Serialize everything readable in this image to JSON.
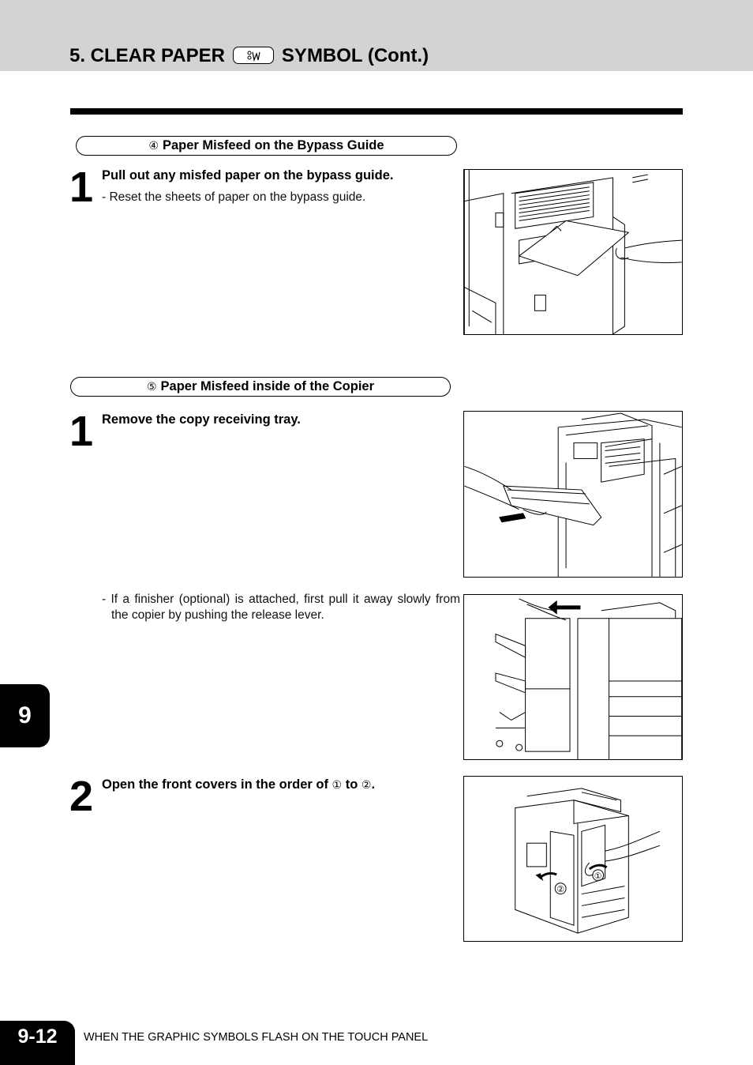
{
  "header": {
    "title_prefix": "5. CLEAR PAPER",
    "title_suffix": "SYMBOL (Cont.)",
    "symbol_icon": "paper-misfeed-icon"
  },
  "sections": [
    {
      "number": "④",
      "title": "Paper Misfeed on the Bypass Guide",
      "steps": [
        {
          "number": "1",
          "text": "Pull out any misfed paper on the bypass guide.",
          "note": "- Reset the sheets of paper on the bypass guide.",
          "illustration": "bypass-guide-paper-removal"
        }
      ]
    },
    {
      "number": "⑤",
      "title": "Paper Misfeed inside of the Copier",
      "steps": [
        {
          "number": "1",
          "text": "Remove the copy receiving tray.",
          "note": "- If a finisher (optional) is attached, first pull it away slowly from the copier by pushing the release lever.",
          "illustration": "remove-receiving-tray"
        },
        {
          "number": "2",
          "text_a": "Open the front covers in the order of",
          "circled_1": "①",
          "text_b": "to",
          "circled_2": "②",
          "text_c": ".",
          "illustration": "open-front-covers"
        }
      ]
    }
  ],
  "figure_labels": {
    "cover_1": "①",
    "cover_2": "②"
  },
  "chapter_tab": "9",
  "footer": {
    "page_number": "9-12",
    "text": "WHEN THE GRAPHIC SYMBOLS FLASH ON THE TOUCH PANEL"
  }
}
